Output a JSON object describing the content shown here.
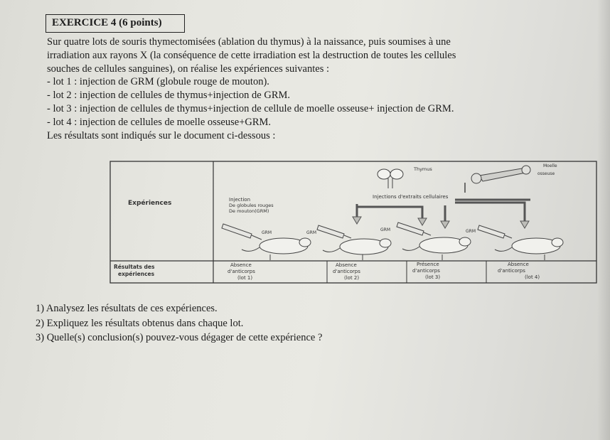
{
  "exercise": {
    "title": "EXERCICE 4 (6 points)"
  },
  "intro": {
    "lines": [
      "Sur quatre lots de souris thymectomisées (ablation du thymus) à la naissance, puis soumises à une",
      "irradiation aux rayons X (la conséquence de cette irradiation est la destruction de toutes les cellules",
      "souches de cellules sanguines), on réalise les expériences suivantes :",
      "- lot 1 : injection de GRM (globule rouge de mouton).",
      "- lot 2 : injection de cellules de thymus+injection de GRM.",
      "- lot 3 : injection de cellules de thymus+injection de cellule de moelle osseuse+ injection de GRM.",
      "- lot 4 : injection de cellules de moelle osseuse+GRM.",
      "Les résultats sont indiqués sur le document ci-dessous :"
    ]
  },
  "figure": {
    "row_experiences": "Expériences",
    "row_resultats": [
      "Résultats des",
      "expériences"
    ],
    "injection_label": [
      "Injection",
      "De globules rouges",
      "De mouton(GRM)"
    ],
    "thymus_label": "Thymus",
    "moelle_label": [
      "Moelle",
      "osseuse"
    ],
    "injections_label": "Injections d'extraits cellulaires",
    "grm_label": "GRM",
    "results": [
      {
        "state": "Absence",
        "detail": "d'anticorps",
        "lot": "(lot 1)"
      },
      {
        "state": "Absence",
        "detail": "d'anticorps",
        "lot": "(lot 2)"
      },
      {
        "state": "Présence",
        "detail": "d'anticorps",
        "lot": "(lot 3)"
      },
      {
        "state": "Absence",
        "detail": "d'anticorps",
        "lot": "(lot 4)"
      }
    ]
  },
  "questions": [
    "1) Analysez les résultats de ces expériences.",
    "2) Expliquez les résultats obtenus dans chaque lot.",
    "3) Quelle(s) conclusion(s) pouvez-vous dégager de cette expérience ?"
  ]
}
